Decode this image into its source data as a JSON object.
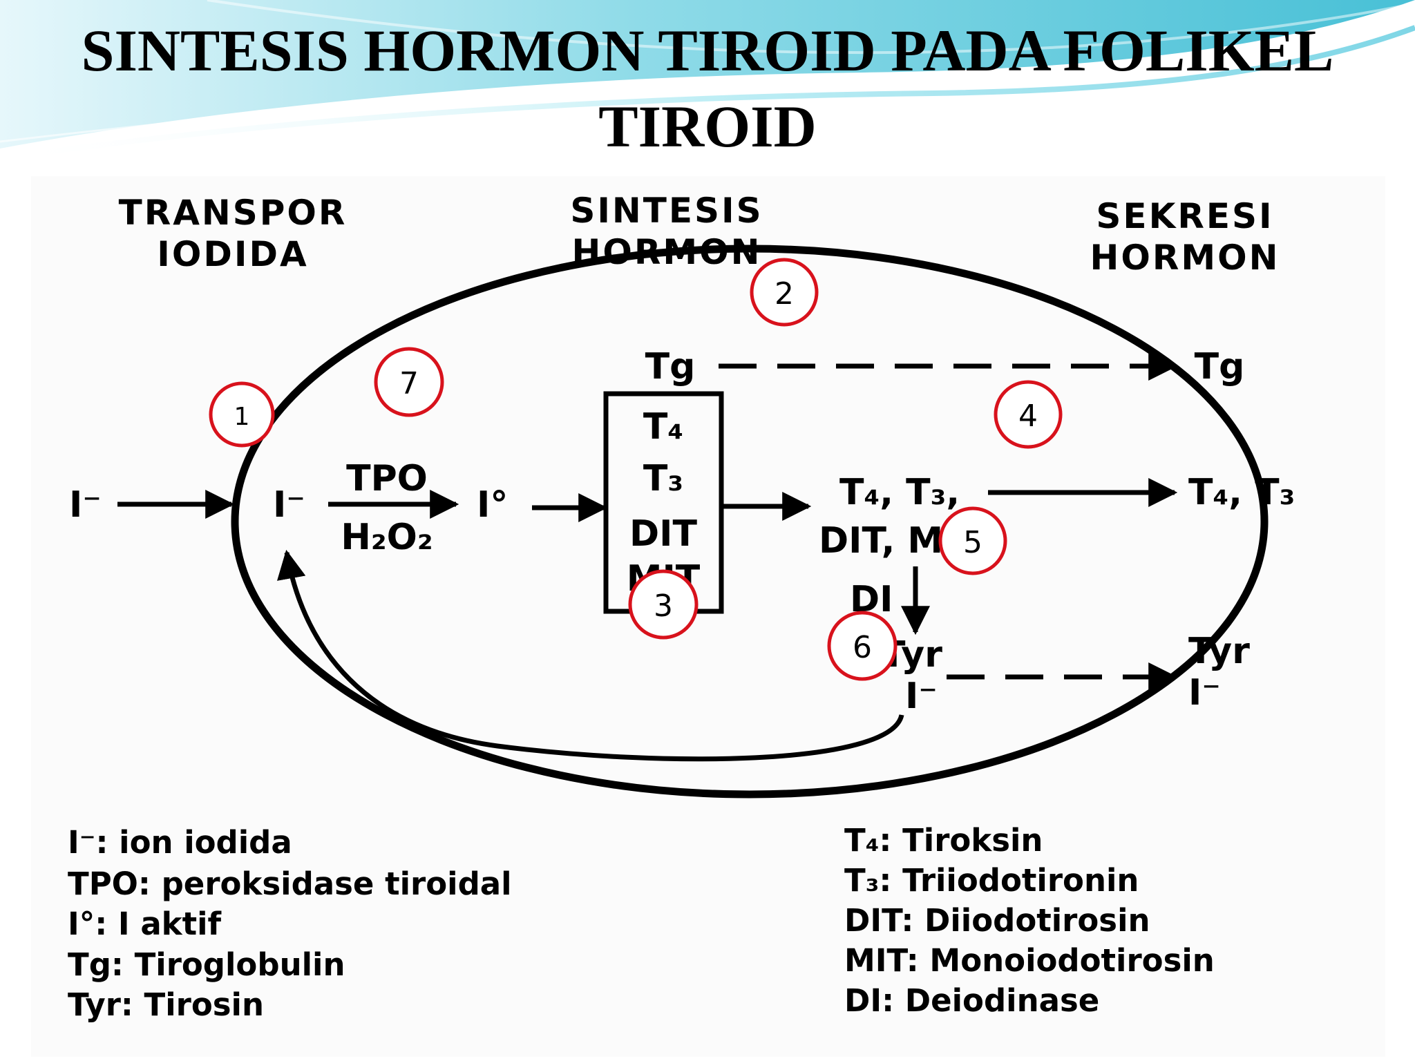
{
  "title": {
    "line1": "SINTESIS HORMON TIROID PADA FOLIKEL",
    "line2": "TIROID"
  },
  "sections": {
    "transport_line1": "TRANSPOR",
    "transport_line2": "IODIDA",
    "synthesis_line1": "SINTESIS",
    "synthesis_line2": "HORMON",
    "secretion_line1": "SEKRESI",
    "secretion_line2": "HORMON"
  },
  "diagram": {
    "iodide_in": "I⁻",
    "iodide_inside": "I⁻",
    "enzyme": "TPO",
    "peroxide": "H₂O₂",
    "active_iodine": "I°",
    "tg_inside": "Tg",
    "tg_out": "Tg",
    "box_items": [
      "T₄",
      "T₃",
      "DIT",
      "MIT"
    ],
    "products_line1": "T₄, T₃,",
    "products_line2": "DIT, MIT",
    "t4t3_out": "T₄, T₃",
    "deiodinase": "DI",
    "tyr_inside": "Tyr",
    "iodide_recycled": "I⁻",
    "tyr_out": "Tyr",
    "iodide_out": "I⁻"
  },
  "markers": [
    "1",
    "2",
    "3",
    "4",
    "5",
    "6",
    "7"
  ],
  "legend_left": [
    "I⁻: ion iodida",
    "TPO: peroksidase tiroidal",
    "I°: I aktif",
    "Tg: Tiroglobulin",
    "Tyr: Tirosin"
  ],
  "legend_right": [
    "T₄: Tiroksin",
    "T₃: Triiodotironin",
    "DIT: Diiodotirosin",
    "MIT: Monoiodotirosin",
    "DI: Deiodinase"
  ],
  "colors": {
    "header_wave": "#5cc6d8",
    "marker_ring": "#d8121c",
    "diagram_ink": "#000000"
  }
}
